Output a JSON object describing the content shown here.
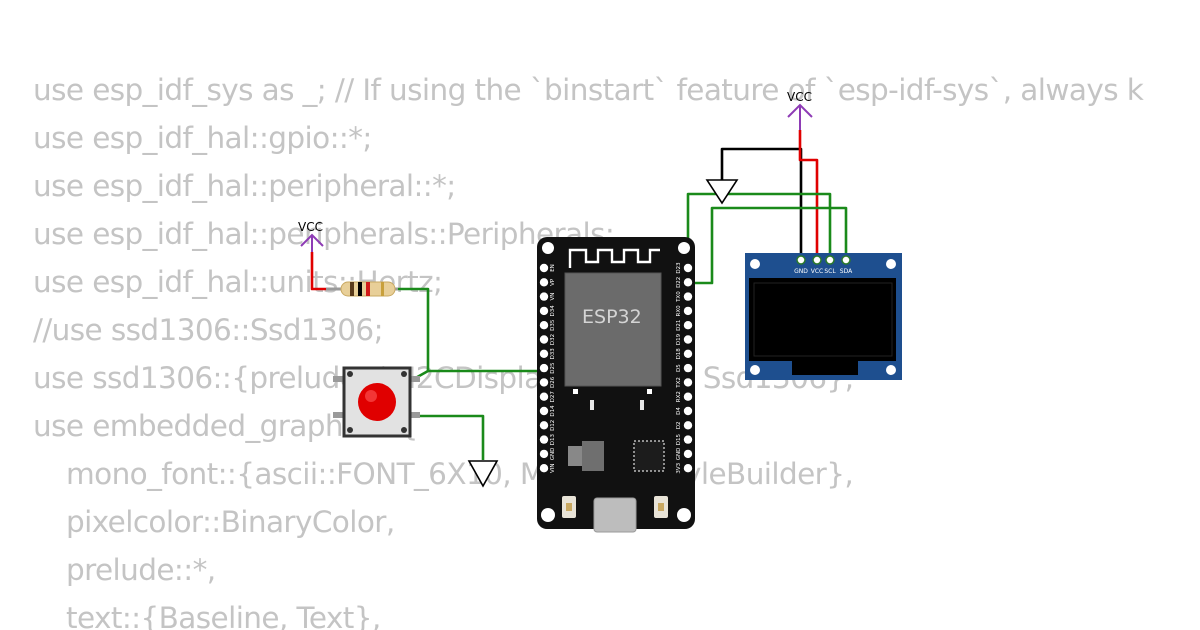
{
  "code": {
    "lines": [
      "use esp_idf_sys as _; // If using the `binstart` feature of `esp-idf-sys`, always k",
      "use esp_idf_hal::gpio::*;",
      "use esp_idf_hal::peripheral::*;",
      "use esp_idf_hal::peripherals::Peripherals;",
      "use esp_idf_hal::units::Hertz;",
      "//use ssd1306::Ssd1306;",
      "use ssd1306::{prelude::*, I2CDisplayInterface, Ssd1306};",
      "use embedded_graphics::{",
      "mono_font::{ascii::FONT_6X10, MonoTextStyleBuilder},",
      "pixelcolor::BinaryColor,",
      "prelude::*,",
      "text::{Baseline, Text},"
    ],
    "indented_from": 8,
    "text_color": "#c4c4c4"
  },
  "circuit": {
    "vcc_label_left": "VCC",
    "vcc_label_right": "VCC",
    "esp32": {
      "chip_label": "ESP32",
      "left_pins": [
        "EN",
        "VP",
        "VN",
        "D34",
        "D35",
        "D32",
        "D33",
        "D25",
        "D26",
        "D27",
        "D14",
        "D12",
        "D13",
        "GND",
        "VIN"
      ],
      "right_pins": [
        "D23",
        "D22",
        "TX0",
        "RX0",
        "D21",
        "D19",
        "D18",
        "D5",
        "TX2",
        "RX2",
        "D4",
        "D2",
        "D15",
        "GND",
        "3V3"
      ]
    },
    "oled": {
      "pins": [
        "GND",
        "VCC",
        "SCL",
        "SDA"
      ]
    },
    "colors": {
      "wire_green": "#1a8a1a",
      "wire_red": "#e00000",
      "wire_black": "#000000",
      "vcc_arrow": "#8e3bb5",
      "board_black": "#111111",
      "chip_gray": "#6b6b6b",
      "oled_blue": "#1e4f8f",
      "button_red": "#e00000"
    }
  }
}
